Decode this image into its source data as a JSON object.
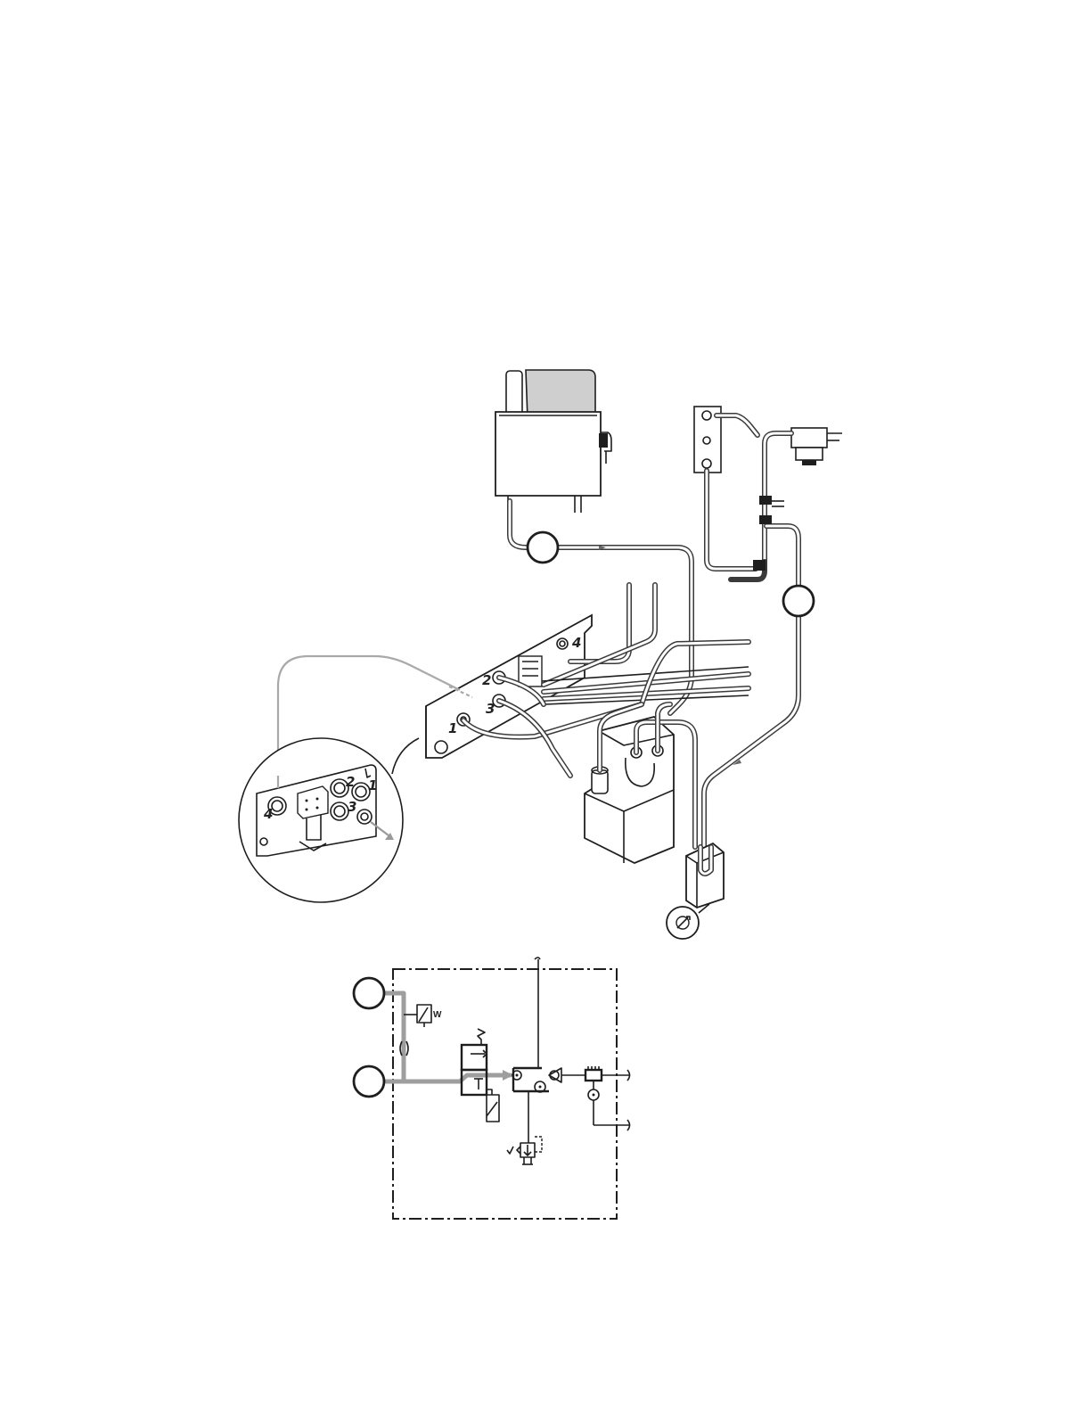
{
  "figure": {
    "port_labels": [
      "1",
      "2",
      "3",
      "4"
    ],
    "detail_port_labels": [
      "1",
      "2",
      "3",
      "4"
    ],
    "callout_markers": [
      {
        "name": "callout-upper-left",
        "text": ""
      },
      {
        "name": "callout-right",
        "text": ""
      },
      {
        "name": "schematic-callout-top",
        "text": ""
      },
      {
        "name": "schematic-callout-bottom",
        "text": ""
      }
    ],
    "schematic_spring_glyph": "W",
    "colors": {
      "ink": "#1e1e1e",
      "hose_highlight": "#a9a9a9",
      "tank_fill": "#cfcfcf",
      "background": "#ffffff"
    }
  }
}
